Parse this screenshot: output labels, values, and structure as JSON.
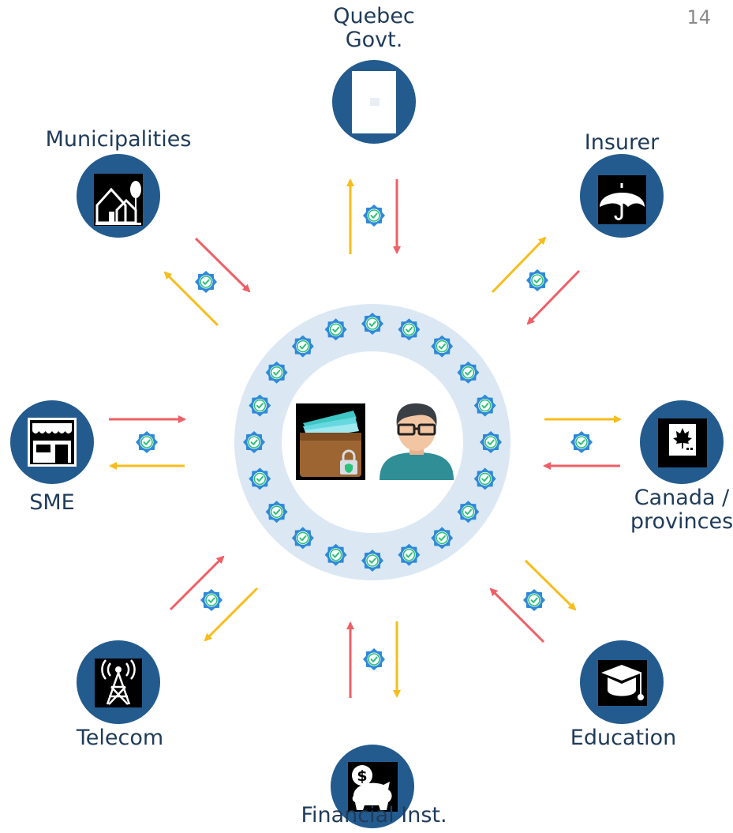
{
  "page_number": "14",
  "colors": {
    "node_fill": "#235b8e",
    "ring_fill": "#dbe8f4",
    "arrow_red": "#ef5f66",
    "arrow_yellow": "#f7bd1d",
    "badge_blue": "#2f89d9",
    "badge_check": "#2cc27a"
  },
  "center": {
    "wallet_icon": "wallet-lock-icon",
    "user_icon": "user-avatar-icon"
  },
  "nodes": [
    {
      "id": "quebec",
      "label_line1": "Quebec",
      "label_line2": "Govt.",
      "icon": "document-icon"
    },
    {
      "id": "insurer",
      "label_line1": "Insurer",
      "label_line2": "",
      "icon": "umbrella-icon"
    },
    {
      "id": "canada",
      "label_line1": "Canada /",
      "label_line2": "provinces",
      "icon": "canada-flag-icon"
    },
    {
      "id": "education",
      "label_line1": "Education",
      "label_line2": "",
      "icon": "graduation-cap-icon"
    },
    {
      "id": "financial",
      "label_line1": "Financial Inst.",
      "label_line2": "",
      "icon": "piggy-bank-icon"
    },
    {
      "id": "telecom",
      "label_line1": "Telecom",
      "label_line2": "",
      "icon": "antenna-tower-icon"
    },
    {
      "id": "sme",
      "label_line1": "SME",
      "label_line2": "",
      "icon": "storefront-icon"
    },
    {
      "id": "municipalities",
      "label_line1": "Municipalities",
      "label_line2": "",
      "icon": "houses-icon"
    }
  ]
}
